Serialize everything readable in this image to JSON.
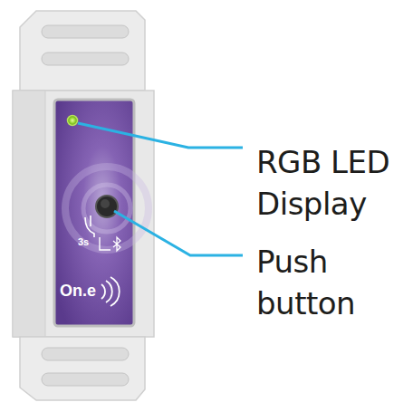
{
  "diagram": {
    "labels": [
      "RGB LED Display",
      "Push button",
      "3s",
      "On.e"
    ]
  }
}
